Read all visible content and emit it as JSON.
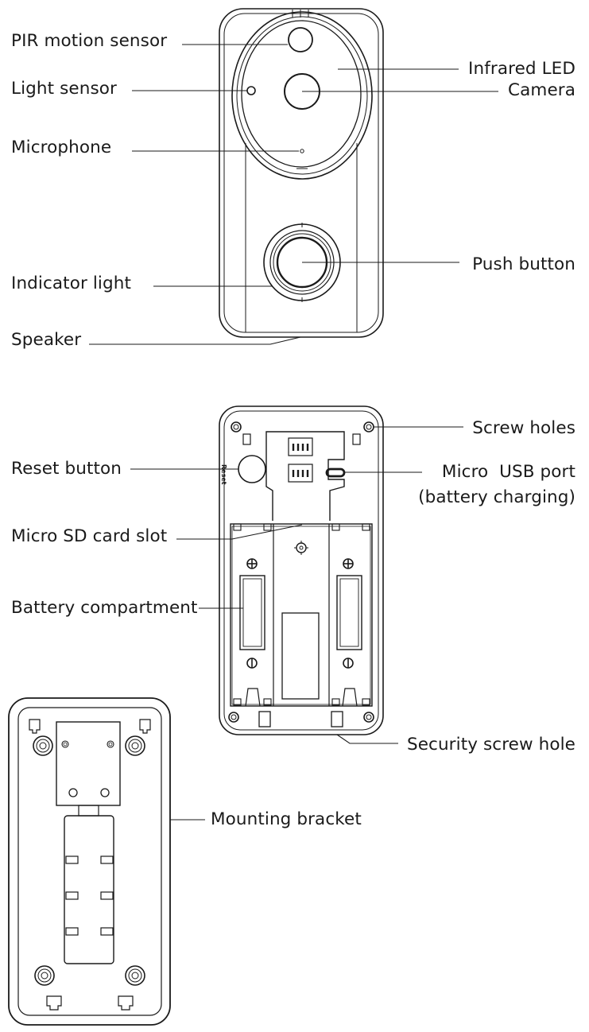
{
  "front_view": {
    "labels": {
      "pir_motion_sensor": "PIR motion sensor",
      "light_sensor": "Light sensor",
      "microphone": "Microphone",
      "indicator_light": "Indicator light",
      "speaker": "Speaker",
      "infrared_led": "Infrared LED",
      "camera": "Camera",
      "push_button": "Push button"
    }
  },
  "back_view": {
    "labels": {
      "reset_button": "Reset button",
      "micro_sd_card_slot": "Micro SD card slot",
      "battery_compartment": "Battery compartment",
      "screw_holes": "Screw holes",
      "micro_usb_port_line1": "Micro  USB port",
      "micro_usb_port_line2": "(battery charging)",
      "security_screw_hole": "Security screw hole"
    },
    "reset_marking": "Reset"
  },
  "bracket_view": {
    "labels": {
      "mounting_bracket": "Mounting bracket"
    }
  }
}
